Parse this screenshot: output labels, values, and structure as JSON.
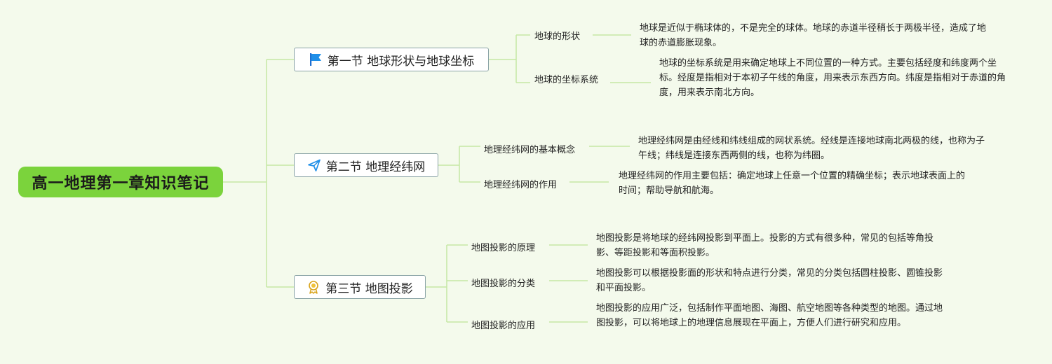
{
  "title": "高一地理第一章知识笔记",
  "colors": {
    "background": "#f4faec",
    "root_fill": "#7bd33c",
    "line": "#c5e8a4",
    "section_border": "#8aa3a6"
  },
  "sections": [
    {
      "label": "第一节 地球形状与地球坐标",
      "icon": "flag-icon",
      "topics": [
        {
          "label": "地球的形状",
          "desc": "地球是近似于椭球体的，不是完全的球体。地球的赤道半径稍长于两极半径，造成了地球的赤道膨胀现象。"
        },
        {
          "label": "地球的坐标系统",
          "desc": "地球的坐标系统是用来确定地球上不同位置的一种方式。主要包括经度和纬度两个坐标。经度是指相对于本初子午线的角度，用来表示东西方向。纬度是指相对于赤道的角度，用来表示南北方向。"
        }
      ]
    },
    {
      "label": "第二节 地理经纬网",
      "icon": "paper-plane-icon",
      "topics": [
        {
          "label": "地理经纬网的基本概念",
          "desc": "地理经纬网是由经线和纬线组成的网状系统。经线是连接地球南北两极的线，也称为子午线；纬线是连接东西两侧的线，也称为纬圈。"
        },
        {
          "label": "地理经纬网的作用",
          "desc": "地理经纬网的作用主要包括：确定地球上任意一个位置的精确坐标；表示地球表面上的时间；帮助导航和航海。"
        }
      ]
    },
    {
      "label": "第三节 地图投影",
      "icon": "award-ribbon-icon",
      "topics": [
        {
          "label": "地图投影的原理",
          "desc": "地图投影是将地球的经纬网投影到平面上。投影的方式有很多种，常见的包括等角投影、等距投影和等面积投影。"
        },
        {
          "label": "地图投影的分类",
          "desc": "地图投影可以根据投影面的形状和特点进行分类，常见的分类包括圆柱投影、圆锥投影和平面投影。"
        },
        {
          "label": "地图投影的应用",
          "desc": "地图投影的应用广泛，包括制作平面地图、海图、航空地图等各种类型的地图。通过地图投影，可以将地球上的地理信息展现在平面上，方便人们进行研究和应用。"
        }
      ]
    }
  ]
}
